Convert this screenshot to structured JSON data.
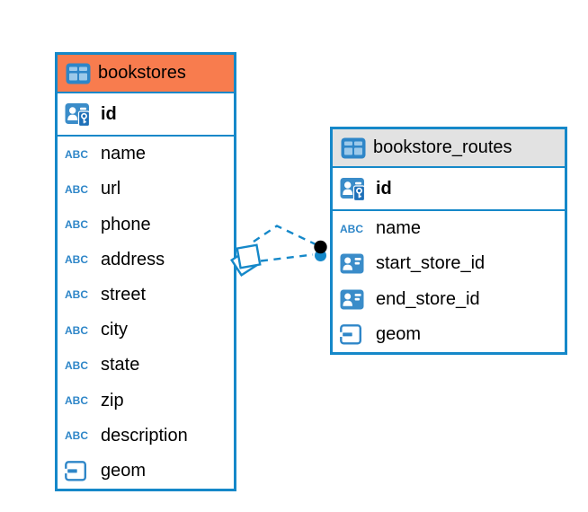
{
  "colors": {
    "accent_blue": "#1588c9",
    "icon_blue": "#2e86c8",
    "icon_fill_blue": "#3a8cc9",
    "key_badge_blue": "#1d6fb8",
    "cell_light_blue": "#9cc9ea",
    "header_orange": "#f87c4e",
    "header_gray": "#e2e2e2",
    "canvas_background": "#ffffff",
    "text_black": "#000000",
    "endpoint_black": "#000000"
  },
  "diagram": {
    "type": "entity-relationship",
    "tables": [
      {
        "name": "bookstores",
        "header_color": "#f87c4e",
        "header_icon": "table-icon",
        "columns": [
          {
            "name": "id",
            "type_icon": "primary-key-icon",
            "emphasis": "bold"
          },
          {
            "name": "name",
            "type_icon": "text-icon"
          },
          {
            "name": "url",
            "type_icon": "text-icon"
          },
          {
            "name": "phone",
            "type_icon": "text-icon"
          },
          {
            "name": "address",
            "type_icon": "text-icon"
          },
          {
            "name": "street",
            "type_icon": "text-icon"
          },
          {
            "name": "city",
            "type_icon": "text-icon"
          },
          {
            "name": "state",
            "type_icon": "text-icon"
          },
          {
            "name": "zip",
            "type_icon": "text-icon"
          },
          {
            "name": "description",
            "type_icon": "text-icon"
          },
          {
            "name": "geom",
            "type_icon": "geometry-icon"
          }
        ]
      },
      {
        "name": "bookstore_routes",
        "header_color": "#e2e2e2",
        "header_icon": "table-icon",
        "columns": [
          {
            "name": "id",
            "type_icon": "primary-key-icon",
            "emphasis": "bold"
          },
          {
            "name": "name",
            "type_icon": "text-icon"
          },
          {
            "name": "start_store_id",
            "type_icon": "foreign-key-icon"
          },
          {
            "name": "end_store_id",
            "type_icon": "foreign-key-icon"
          },
          {
            "name": "geom",
            "type_icon": "geometry-icon"
          }
        ]
      }
    ],
    "relationships": [
      {
        "from_table": "bookstores",
        "to_table": "bookstore_routes",
        "line_style": "dashed",
        "line_count": 2,
        "decorations": [
          "drag-handle-squares",
          "endpoint-dot"
        ]
      }
    ]
  }
}
